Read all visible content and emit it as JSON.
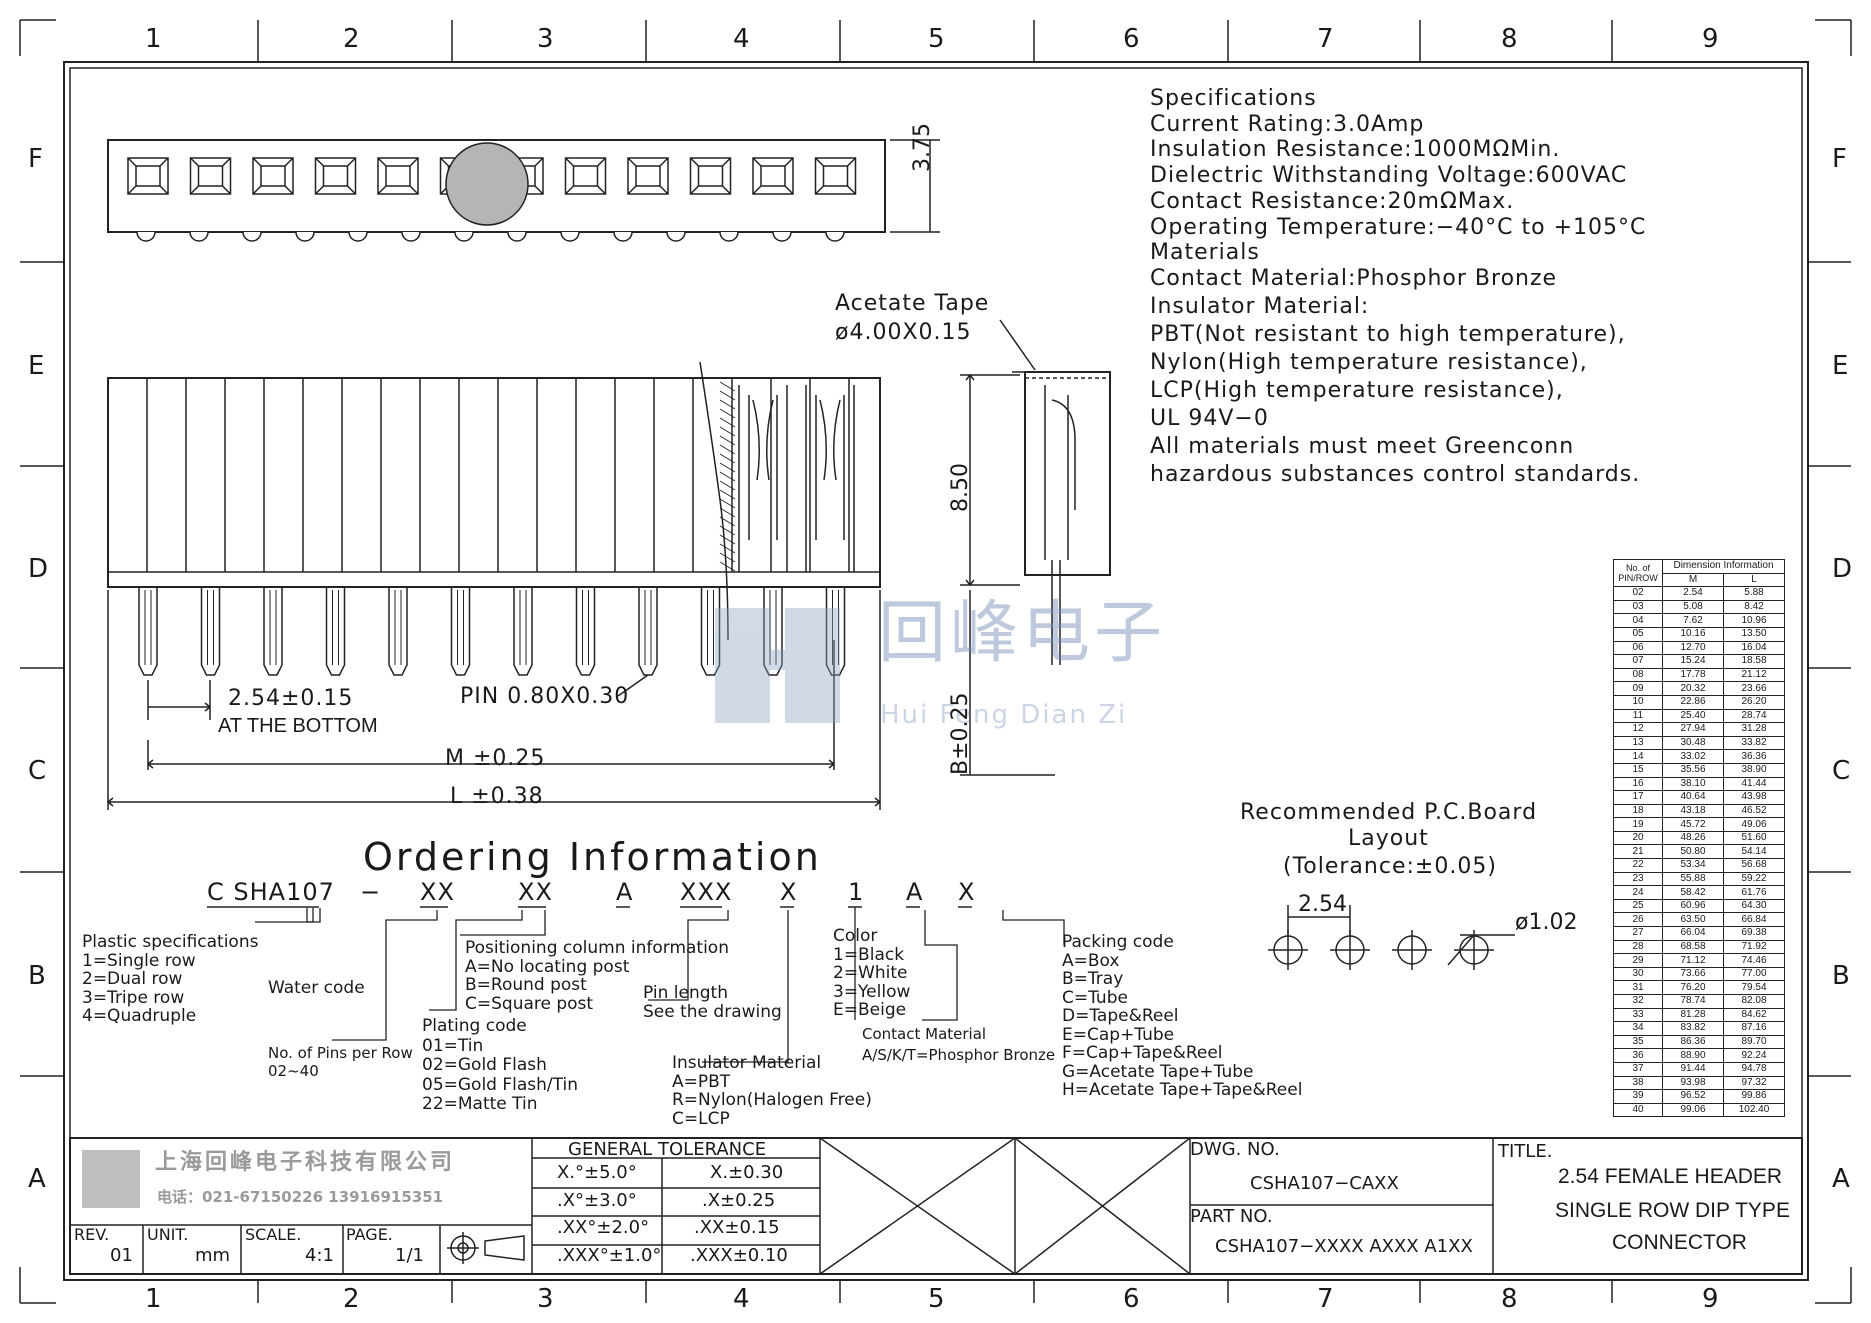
{
  "frame": {
    "col_labels": [
      "1",
      "2",
      "3",
      "4",
      "5",
      "6",
      "7",
      "8",
      "9"
    ],
    "row_labels": [
      "F",
      "E",
      "D",
      "C",
      "B",
      "A"
    ]
  },
  "specs": {
    "lines": [
      "Specifications",
      "Current Rating:3.0Amp",
      "Insulation Resistance:1000MΩMin.",
      "Dielectric Withstanding Voltage:600VAC",
      "Contact Resistance:20mΩMax.",
      "Operating Temperature:−40°C to +105°C",
      "Materials",
      "Contact Material:Phosphor Bronze",
      "Insulator Material:",
      "PBT(Not resistant to high temperature),",
      "Nylon(High temperature resistance),",
      "LCP(High temperature resistance),",
      "UL 94V−0",
      "All materials must meet Greenconn",
      "hazardous substances control standards."
    ]
  },
  "dims": {
    "height_top": "3.75",
    "acetate_title": "Acetate Tape",
    "acetate_size": "ø4.00X0.15",
    "height_side": "8.50",
    "b_dim": "B±0.25",
    "pitch": "2.54±0.15",
    "pitch_note": "AT THE BOTTOM",
    "pin": "PIN 0.80X0.30",
    "m": "M ±0.25",
    "l": "L ±0.38"
  },
  "pcb": {
    "title": "Recommended P.C.Board",
    "title2": "Layout",
    "tolerance": "(Tolerance:±0.05)",
    "pitch": "2.54",
    "hole": "ø1.02"
  },
  "watermark": {
    "cn": "回峰电子",
    "en": "Hui Feng Dian Zi"
  },
  "ordering": {
    "title": "Ordering Information",
    "code": [
      "C SHA107",
      "−",
      "XX",
      "XX",
      "A",
      "XXX",
      "X",
      "1",
      "A",
      "X"
    ],
    "plastic": [
      "Plastic specifications",
      "1=Single row",
      "2=Dual row",
      "3=Tripe row",
      "4=Quadruple"
    ],
    "water": "Water code",
    "pins": [
      "No. of Pins per Row",
      "02~40"
    ],
    "plating": [
      "Plating code",
      "01=Tin",
      "02=Gold Flash",
      "05=Gold Flash/Tin",
      "22=Matte Tin"
    ],
    "positioning": [
      "Positioning column information",
      "A=No locating post",
      "B=Round post",
      "C=Square post"
    ],
    "pin_length": [
      "Pin length",
      "See the drawing"
    ],
    "insulator": [
      "Insulator Material",
      "A=PBT",
      "R=Nylon(Halogen Free)",
      "C=LCP"
    ],
    "color": [
      "Color",
      "1=Black",
      "2=White",
      "3=Yellow",
      "E=Beige"
    ],
    "contact": [
      "Contact Material",
      "A/S/K/T=Phosphor Bronze"
    ],
    "packing": [
      "Packing code",
      "A=Box",
      "B=Tray",
      "C=Tube",
      "D=Tape&Reel",
      "E=Cap+Tube",
      "F=Cap+Tape&Reel",
      "G=Acetate Tape+Tube",
      "H=Acetate Tape+Tape&Reel"
    ]
  },
  "dim_table": {
    "h1": "No. of PIN/ROW",
    "h2": "Dimension Information",
    "sub_m": "M",
    "sub_l": "L",
    "rows": [
      [
        "02",
        "2.54",
        "5.88"
      ],
      [
        "03",
        "5.08",
        "8.42"
      ],
      [
        "04",
        "7.62",
        "10.96"
      ],
      [
        "05",
        "10.16",
        "13.50"
      ],
      [
        "06",
        "12.70",
        "16.04"
      ],
      [
        "07",
        "15.24",
        "18.58"
      ],
      [
        "08",
        "17.78",
        "21.12"
      ],
      [
        "09",
        "20.32",
        "23.66"
      ],
      [
        "10",
        "22.86",
        "26.20"
      ],
      [
        "11",
        "25.40",
        "28.74"
      ],
      [
        "12",
        "27.94",
        "31.28"
      ],
      [
        "13",
        "30.48",
        "33.82"
      ],
      [
        "14",
        "33.02",
        "36.36"
      ],
      [
        "15",
        "35.56",
        "38.90"
      ],
      [
        "16",
        "38.10",
        "41.44"
      ],
      [
        "17",
        "40.64",
        "43.98"
      ],
      [
        "18",
        "43.18",
        "46.52"
      ],
      [
        "19",
        "45.72",
        "49.06"
      ],
      [
        "20",
        "48.26",
        "51.60"
      ],
      [
        "21",
        "50.80",
        "54.14"
      ],
      [
        "22",
        "53.34",
        "56.68"
      ],
      [
        "23",
        "55.88",
        "59.22"
      ],
      [
        "24",
        "58.42",
        "61.76"
      ],
      [
        "25",
        "60.96",
        "64.30"
      ],
      [
        "26",
        "63.50",
        "66.84"
      ],
      [
        "27",
        "66.04",
        "69.38"
      ],
      [
        "28",
        "68.58",
        "71.92"
      ],
      [
        "29",
        "71.12",
        "74.46"
      ],
      [
        "30",
        "73.66",
        "77.00"
      ],
      [
        "31",
        "76.20",
        "79.54"
      ],
      [
        "32",
        "78.74",
        "82.08"
      ],
      [
        "33",
        "81.28",
        "84.62"
      ],
      [
        "34",
        "83.82",
        "87.16"
      ],
      [
        "35",
        "86.36",
        "89.70"
      ],
      [
        "36",
        "88.90",
        "92.24"
      ],
      [
        "37",
        "91.44",
        "94.78"
      ],
      [
        "38",
        "93.98",
        "97.32"
      ],
      [
        "39",
        "96.52",
        "99.86"
      ],
      [
        "40",
        "99.06",
        "102.40"
      ]
    ]
  },
  "title_block": {
    "company": "上海回峰电子科技有限公司",
    "phone": "电话：021-67150226  13916915351",
    "rev_label": "REV.",
    "rev": "01",
    "unit_label": "UNIT.",
    "unit": "mm",
    "scale_label": "SCALE.",
    "scale": "4:1",
    "page_label": "PAGE.",
    "page": "1/1",
    "tol_header": "GENERAL TOLERANCE",
    "tol": [
      [
        "X.°±5.0°",
        "X.±0.30"
      ],
      [
        ".X°±3.0°",
        ".X±0.25"
      ],
      [
        ".XX°±2.0°",
        ".XX±0.15"
      ],
      [
        ".XXX°±1.0°",
        ".XXX±0.10"
      ]
    ],
    "dwg_label": "DWG. NO.",
    "dwg": "CSHA107−CAXX",
    "part_label": "PART NO.",
    "part": "CSHA107−XXXX AXXX A1XX",
    "title_label": "TITLE.",
    "title": [
      "2.54 FEMALE HEADER",
      "SINGLE ROW DIP TYPE",
      "CONNECTOR"
    ]
  }
}
